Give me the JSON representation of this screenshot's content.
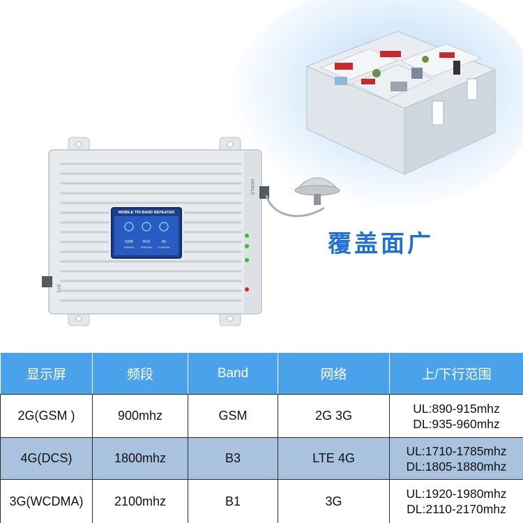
{
  "device": {
    "panel_title": "MOBILE TRI BAND REPEATER",
    "panel_bands": [
      "GSM",
      "DCS",
      "3G"
    ],
    "panel_freqs": [
      "900MHz",
      "1800MHz",
      "2100MHz"
    ],
    "port_left": "BTS",
    "port_right": "MOBILE",
    "led_colors": [
      "#2fbf3a",
      "#2fbf3a",
      "#2fbf3a",
      "#e02020"
    ]
  },
  "coverage_text": "覆盖面广",
  "colors": {
    "accent": "#1f6fd6",
    "header": "#4aa2ea",
    "stripe": "#a9c3de"
  },
  "table": {
    "headers": [
      "显示屏",
      "频段",
      "Band",
      "网络",
      "上/下行范围"
    ],
    "rows": [
      {
        "display": "2G(GSM )",
        "freq": "900mhz",
        "band": "GSM",
        "network": "2G 3G",
        "ul": "UL:890-915mhz",
        "dl": "DL:935-960mhz"
      },
      {
        "display": "4G(DCS)",
        "freq": "1800mhz",
        "band": "B3",
        "network": "LTE 4G",
        "ul": "UL:1710-1785mhz",
        "dl": "DL:1805-1880mhz"
      },
      {
        "display": "3G(WCDMA)",
        "freq": "2100mhz",
        "band": "B1",
        "network": "3G",
        "ul": "UL:1920-1980mhz",
        "dl": "DL:2110-2170mhz"
      }
    ]
  }
}
